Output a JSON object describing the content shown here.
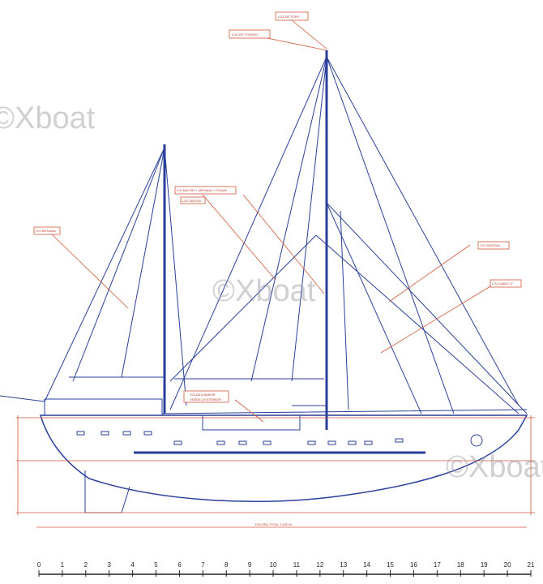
{
  "labels": {
    "masthead_light": "LUZ DE TOPE",
    "anchor_light": "LUZ DE FONDEO",
    "main_sails": "C/V MAYOR + MESANA + FOQUE",
    "main_light": "LUZ MAYOR",
    "genoa": "C/V GENOVA",
    "jib_cable": "C/V CABLE 4º",
    "mizzen": "C/V MESANA",
    "deck_note_1": "TOLDA A BABOR",
    "deck_note_2": "VERDE A ESTRIBOR",
    "overall_length": "ESLORA TOTAL 13,80 M"
  },
  "watermark": "©Xboat",
  "scale": {
    "ticks": [
      "0",
      "1",
      "2",
      "3",
      "4",
      "5",
      "6",
      "7",
      "8",
      "9",
      "10",
      "11",
      "12",
      "13",
      "14",
      "15",
      "16",
      "17",
      "18",
      "19",
      "20",
      "21"
    ]
  },
  "colors": {
    "drawing": "#2a3f9a",
    "annotation": "#d0573a"
  }
}
